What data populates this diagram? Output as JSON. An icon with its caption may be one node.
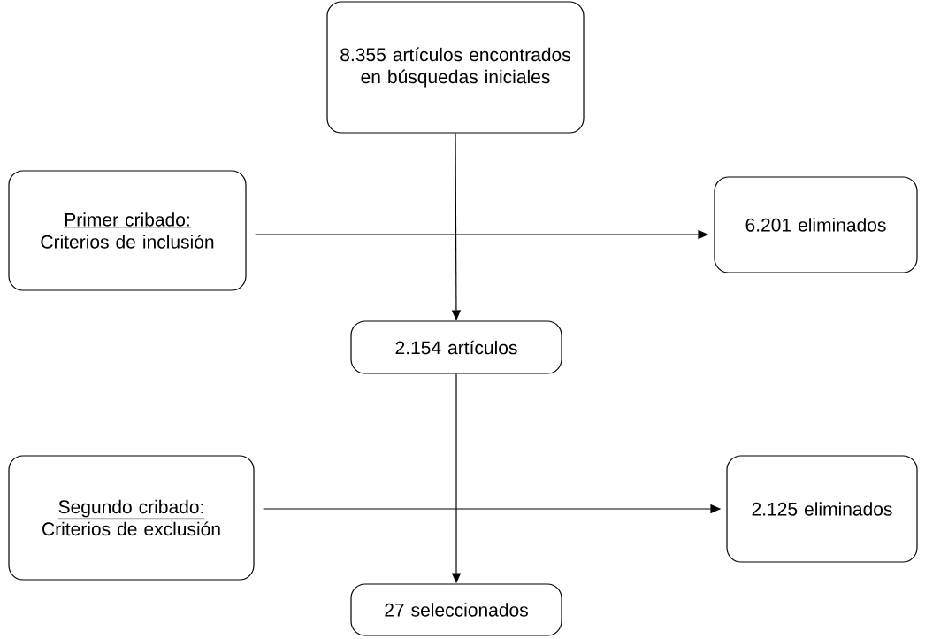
{
  "diagram": {
    "nodes": [
      {
        "text": [
          "8.355 artículos encontrados en búsquedas iniciales"
        ]
      },
      {
        "text": [
          "Primer cribado:",
          "Criterios de inclusión"
        ]
      },
      {
        "text": [
          "6.201 eliminados"
        ]
      },
      {
        "text": [
          "2.154 artículos"
        ]
      },
      {
        "text": [
          "Segundo cribado:",
          "Criterios de exclusión"
        ]
      },
      {
        "text": [
          "2.125 eliminados"
        ]
      },
      {
        "text": [
          "27 seleccionados"
        ]
      }
    ],
    "edges": [
      {
        "from": 0,
        "to": 3,
        "arrow": "to"
      },
      {
        "from": 1,
        "to": 2,
        "arrow": "to"
      },
      {
        "from": 3,
        "to": 6,
        "arrow": "to"
      },
      {
        "from": 4,
        "to": 5,
        "arrow": "to"
      }
    ]
  }
}
